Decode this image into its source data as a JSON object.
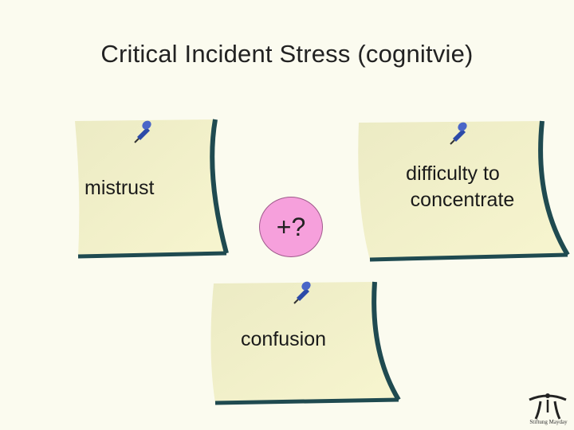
{
  "slide": {
    "title": "Critical Incident Stress (cognitvie)"
  },
  "notes": [
    {
      "text": "mistrust",
      "pin_icon": "pushpin-icon"
    },
    {
      "text_line1": "difficulty to",
      "text_line2": "concentrate",
      "pin_icon": "pushpin-icon"
    },
    {
      "text": "confusion",
      "pin_icon": "pushpin-icon"
    }
  ],
  "center_bubble": {
    "text": "+?"
  },
  "logo": {
    "caption": "Stiftung Mayday",
    "icon": "mayday-logo-icon"
  },
  "colors": {
    "background": "#fbfbef",
    "note_fill": "#f4f2c4",
    "note_edge": "#1f4a50",
    "pin": "#3d58b8",
    "bubble": "#f6a0dc"
  }
}
